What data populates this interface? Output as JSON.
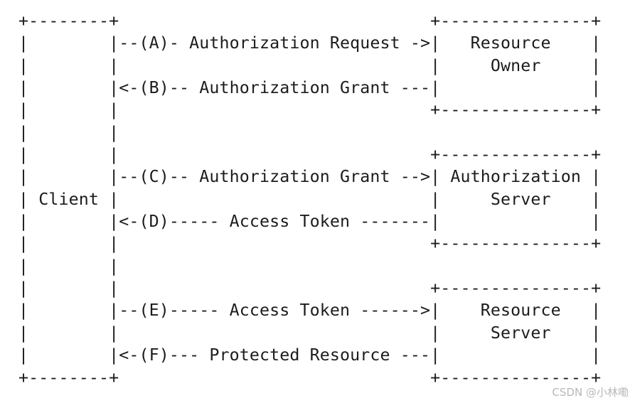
{
  "diagram": {
    "lines": [
      "+--------+                               +---------------+",
      "|        |--(A)- Authorization Request ->|   Resource    |",
      "|        |                               |     Owner     |",
      "|        |<-(B)-- Authorization Grant ---|               |",
      "|        |                               +---------------+",
      "|        |",
      "|        |                               +---------------+",
      "|        |--(C)-- Authorization Grant -->| Authorization |",
      "| Client |                               |     Server    |",
      "|        |<-(D)----- Access Token -------|               |",
      "|        |                               +---------------+",
      "|        |",
      "|        |                               +---------------+",
      "|        |--(E)----- Access Token ------>|    Resource   |",
      "|        |                               |     Server    |",
      "|        |<-(F)--- Protected Resource ---|               |",
      "+--------+                               +---------------+"
    ],
    "entities": {
      "client": "Client",
      "resource_owner": "Resource Owner",
      "authorization_server": "Authorization Server",
      "resource_server": "Resource Server"
    },
    "steps": [
      {
        "id": "A",
        "label": "Authorization Request",
        "from": "Client",
        "to": "Resource Owner"
      },
      {
        "id": "B",
        "label": "Authorization Grant",
        "from": "Resource Owner",
        "to": "Client"
      },
      {
        "id": "C",
        "label": "Authorization Grant",
        "from": "Client",
        "to": "Authorization Server"
      },
      {
        "id": "D",
        "label": "Access Token",
        "from": "Authorization Server",
        "to": "Client"
      },
      {
        "id": "E",
        "label": "Access Token",
        "from": "Client",
        "to": "Resource Server"
      },
      {
        "id": "F",
        "label": "Protected Resource",
        "from": "Resource Server",
        "to": "Client"
      }
    ]
  },
  "watermark": {
    "text": "CSDN @小林嘞",
    "color": "#b8b8b8"
  },
  "colors": {
    "text": "#1c1c1c",
    "background": "#ffffff"
  }
}
